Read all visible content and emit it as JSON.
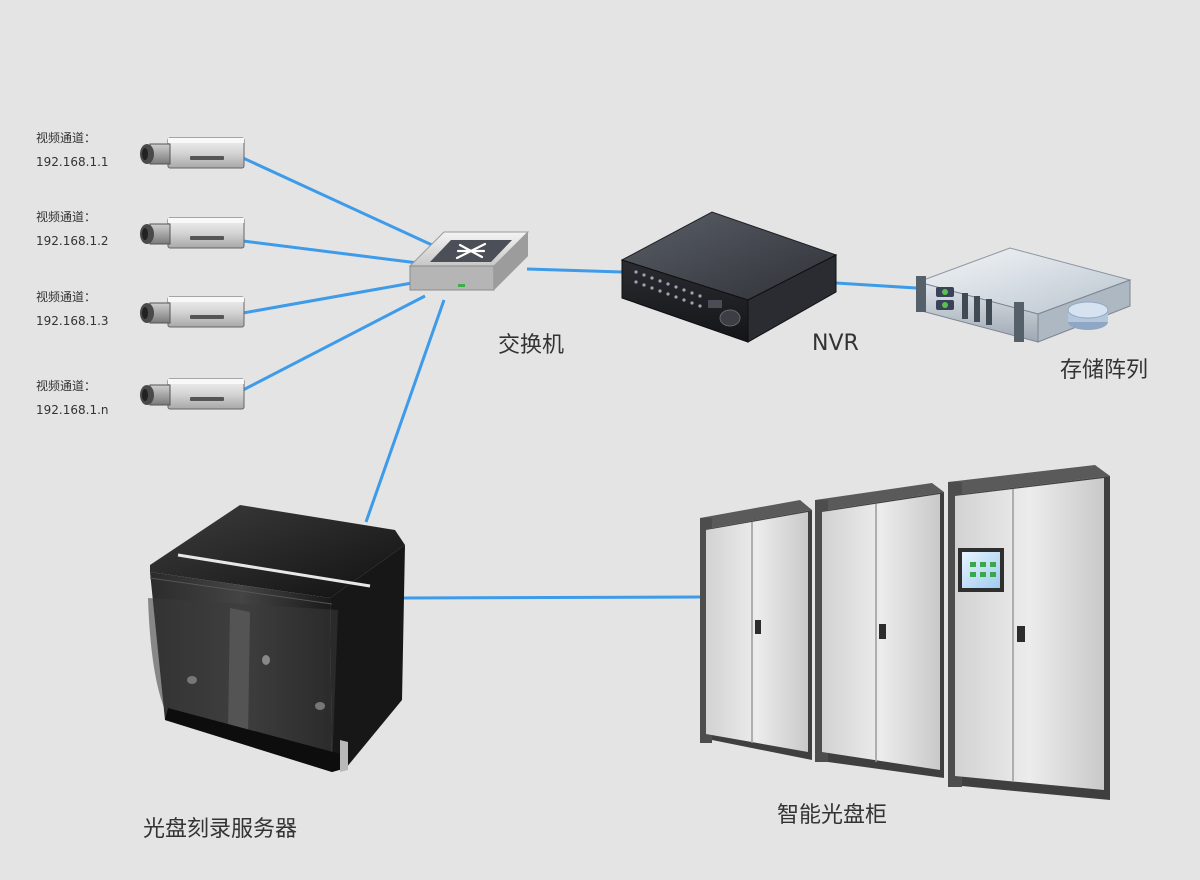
{
  "cameras": [
    {
      "channel": "视频通道：",
      "ip": "192.168.1.1"
    },
    {
      "channel": "视频通道：",
      "ip": "192.168.1.2"
    },
    {
      "channel": "视频通道：",
      "ip": "192.168.1.3"
    },
    {
      "channel": "视频通道：",
      "ip": "192.168.1.n"
    }
  ],
  "devices": {
    "switch": "交换机",
    "nvr": "NVR",
    "storage": "存储阵列",
    "burner": "光盘刻录服务器",
    "cabinet": "智能光盘柜"
  },
  "colors": {
    "link": "#3d9be9",
    "background": "#e4e4e4"
  }
}
